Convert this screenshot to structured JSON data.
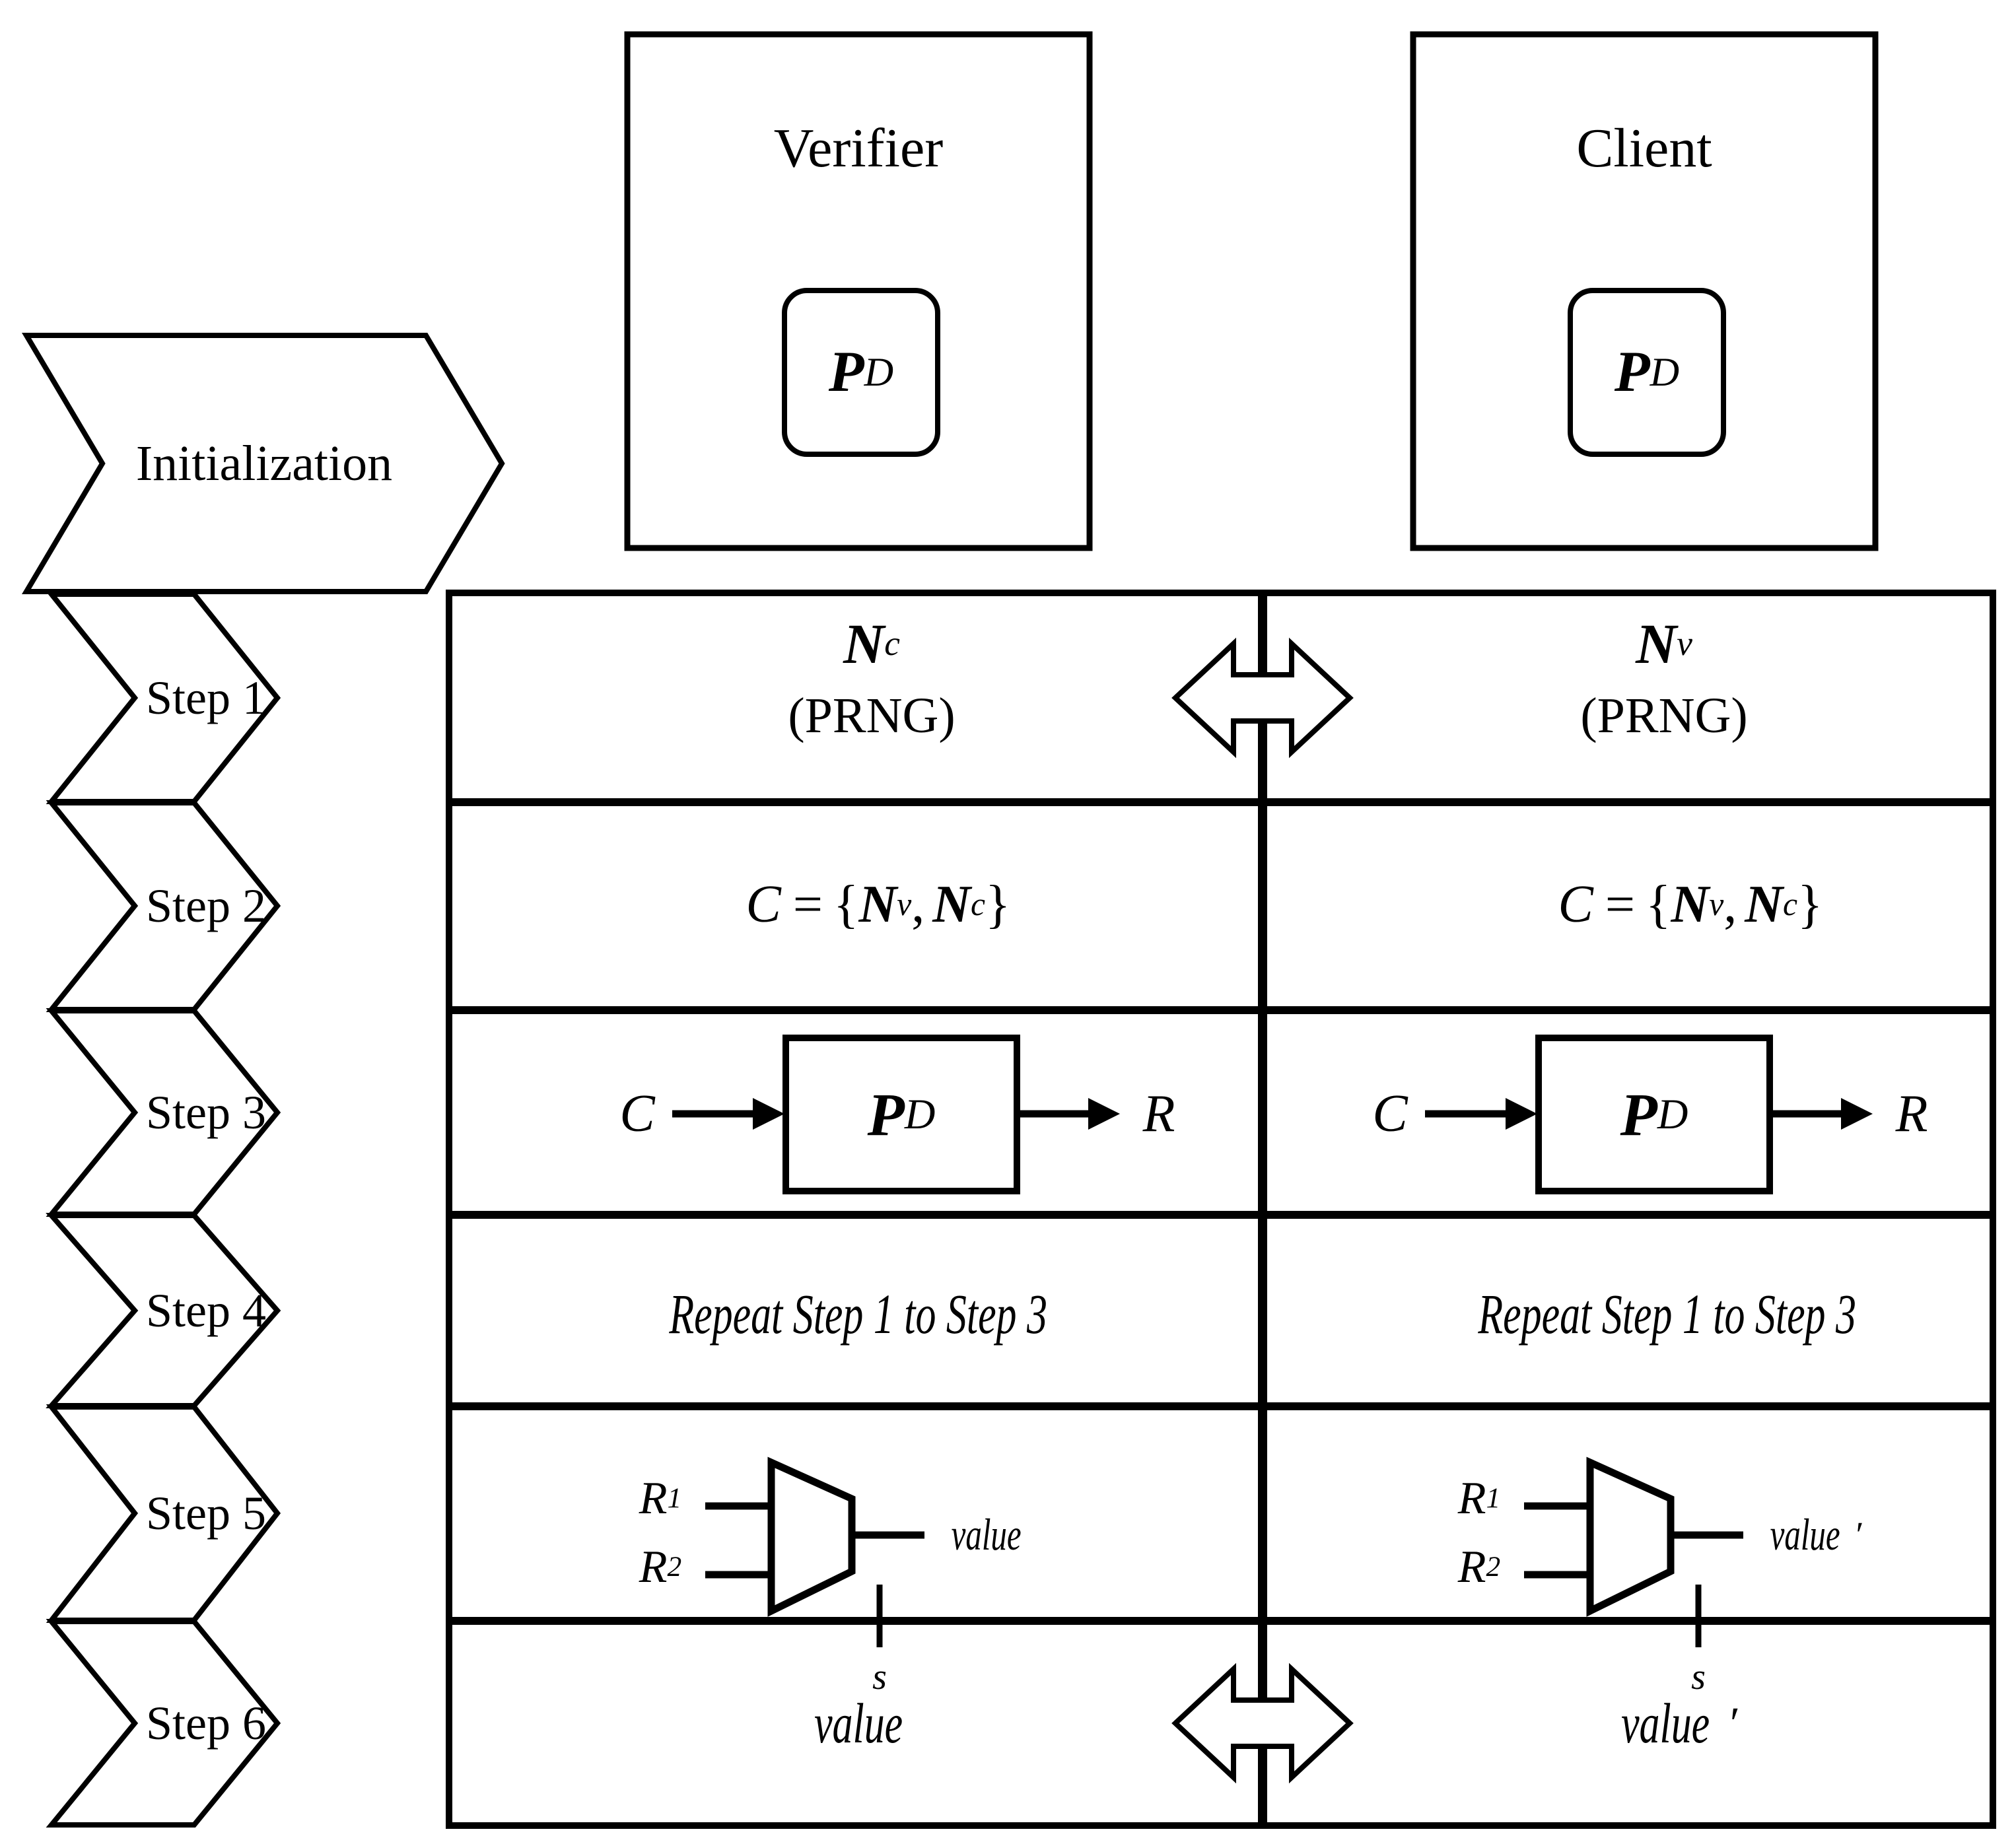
{
  "diagram": {
    "title_hidden": "",
    "entities": [
      {
        "name": "Verifier",
        "inner_label_base": "P",
        "inner_label_sup": "D"
      },
      {
        "name": "Client",
        "inner_label_base": "P",
        "inner_label_sup": "D"
      }
    ],
    "phase_label": "Initialization",
    "steps": [
      {
        "label": "Step 1"
      },
      {
        "label": "Step 2"
      },
      {
        "label": "Step 3"
      },
      {
        "label": "Step 4"
      },
      {
        "label": "Step 5"
      },
      {
        "label": "Step 6"
      }
    ],
    "rows": [
      {
        "step": "Step 1",
        "left": {
          "symbol_base": "N",
          "symbol_sub": "c",
          "caption": "(PRNG)"
        },
        "right": {
          "symbol_base": "N",
          "symbol_sub": "v",
          "caption": "(PRNG)"
        },
        "exchange_arrow": "bidirectional-arrow"
      },
      {
        "step": "Step 2",
        "left": {
          "equation_lhs": "C",
          "equation_eq": "=",
          "set_open": "{",
          "set_a_base": "N",
          "set_a_sub": "v",
          "set_comma": ",",
          "set_b_base": "N",
          "set_b_sub": "c",
          "set_close": "}"
        },
        "right": {
          "equation_lhs": "C",
          "equation_eq": "=",
          "set_open": "{",
          "set_a_base": "N",
          "set_a_sub": "v",
          "set_comma": ",",
          "set_b_base": "N",
          "set_b_sub": "c",
          "set_close": "}"
        },
        "exchange_arrow": "none"
      },
      {
        "step": "Step 3",
        "left": {
          "input": "C",
          "block_base": "P",
          "block_sup": "D",
          "output": "R"
        },
        "right": {
          "input": "C",
          "block_base": "P",
          "block_sup": "D",
          "output": "R"
        },
        "exchange_arrow": "none"
      },
      {
        "step": "Step 4",
        "left": {
          "text": "Repeat Step 1 to Step 3"
        },
        "right": {
          "text": "Repeat Step 1 to Step 3"
        },
        "exchange_arrow": "none"
      },
      {
        "step": "Step 5",
        "left": {
          "mux_in1_base": "R",
          "mux_in1_sub": "1",
          "mux_in2_base": "R",
          "mux_in2_sub": "2",
          "mux_select": "s",
          "mux_out": "value",
          "mux_out_prime": ""
        },
        "right": {
          "mux_in1_base": "R",
          "mux_in1_sub": "1",
          "mux_in2_base": "R",
          "mux_in2_sub": "2",
          "mux_select": "s",
          "mux_out": "value",
          "mux_out_prime": "′"
        },
        "exchange_arrow": "none"
      },
      {
        "step": "Step 6",
        "left": {
          "text": "value",
          "prime": ""
        },
        "right": {
          "text": "value",
          "prime": "′"
        },
        "exchange_arrow": "bidirectional-arrow"
      }
    ],
    "colors": {
      "stroke": "#000000",
      "background": "#ffffff"
    }
  }
}
